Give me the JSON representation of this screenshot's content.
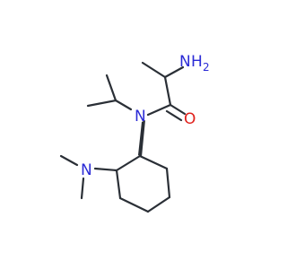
{
  "molecule": {
    "atoms": {
      "amine": {
        "symbol": "N",
        "hydrogens": "H",
        "count": "2"
      },
      "amide_nitrogen": {
        "symbol": "N"
      },
      "carbonyl_oxygen": {
        "symbol": "O"
      },
      "dimethylamino": {
        "symbol": "N"
      }
    },
    "colors": {
      "nitrogen": "#2b2bd6",
      "oxygen": "#e0201b",
      "bond": "#2a2f36"
    }
  }
}
